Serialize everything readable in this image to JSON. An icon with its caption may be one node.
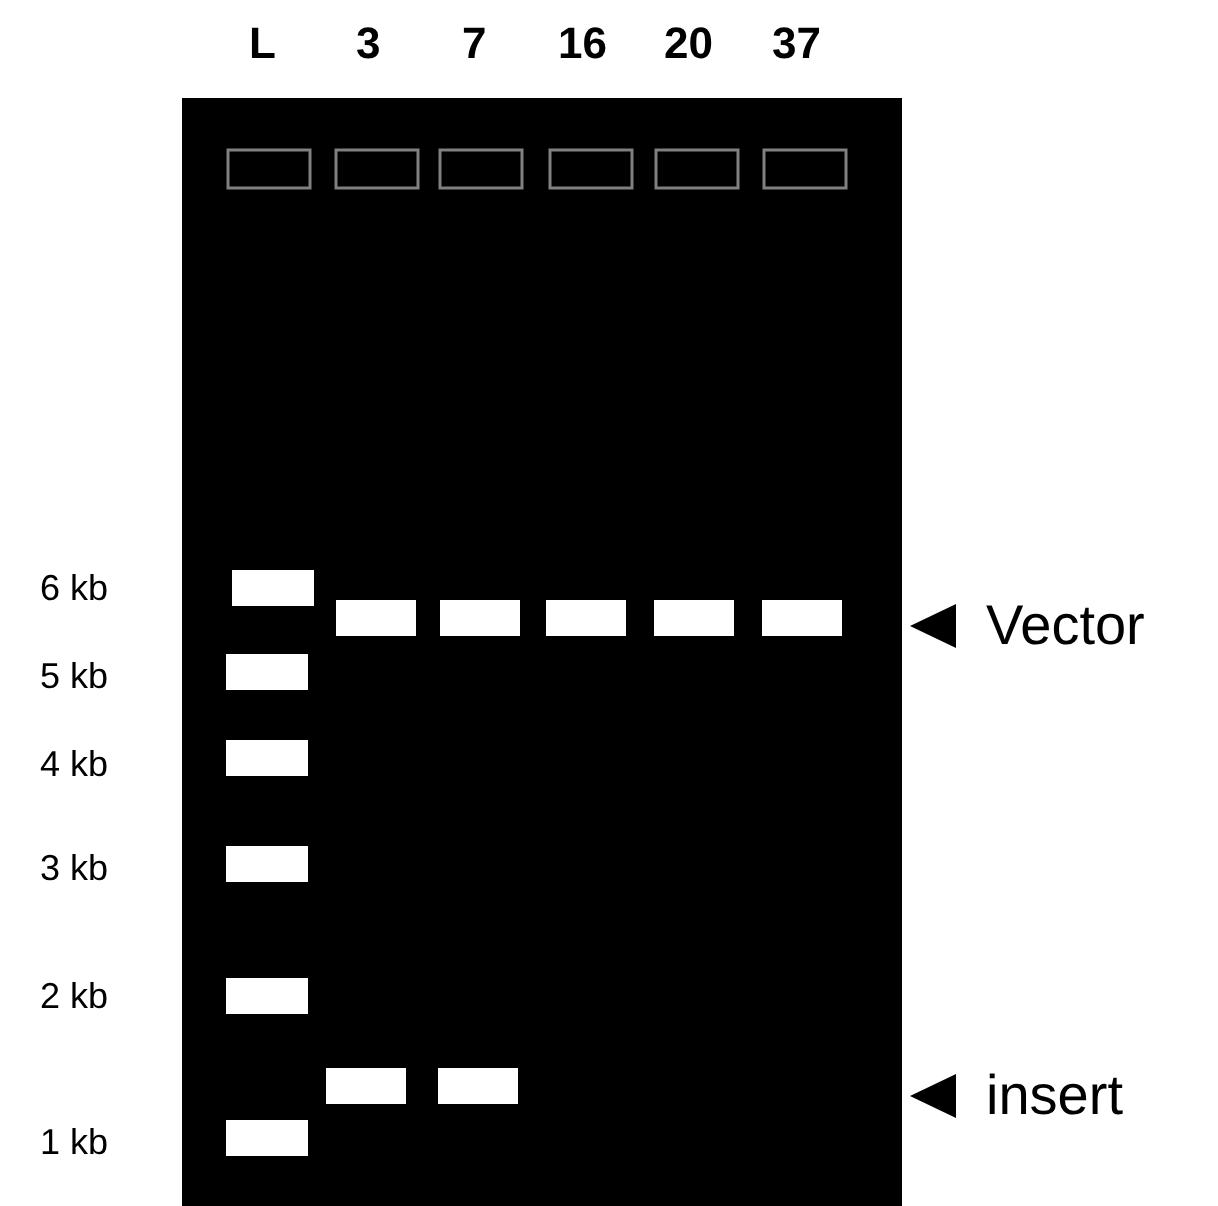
{
  "diagram": {
    "labels": [
      "L",
      "3",
      "7",
      "16",
      "20",
      "37",
      "6 kb",
      "Vector",
      "5 kb",
      "4 kb",
      "3 kb",
      "2 kb",
      "insert",
      "1 kb"
    ]
  }
}
